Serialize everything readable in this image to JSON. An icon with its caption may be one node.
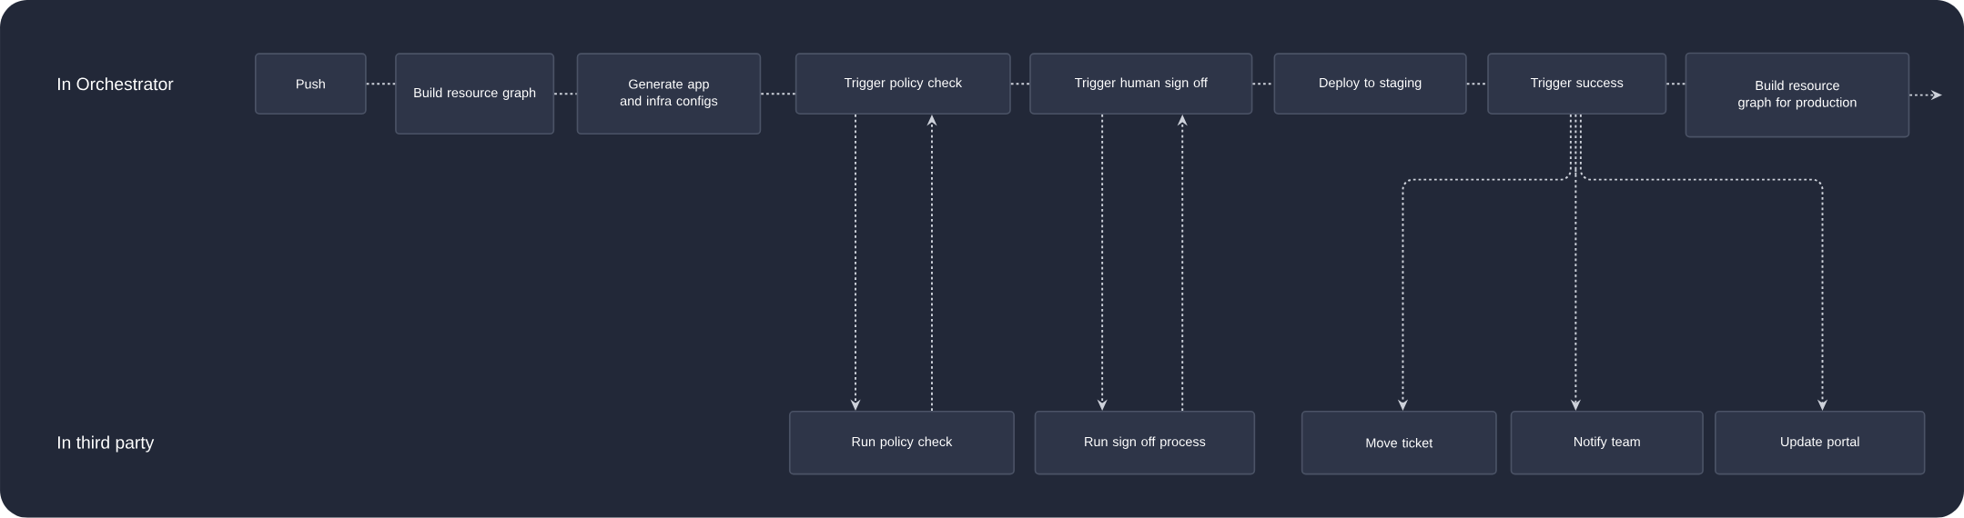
{
  "diagram": {
    "nodes": [
      {
        "text": [
          "Push"
        ]
      },
      {
        "text": [
          "Build resource graph"
        ]
      },
      {
        "text": [
          "Generate app and infra configs"
        ]
      },
      {
        "text": [
          "Trigger policy check"
        ]
      },
      {
        "text": [
          "Trigger human sign off"
        ]
      },
      {
        "text": [
          "Deploy to staging"
        ]
      },
      {
        "text": [
          "Trigger success"
        ]
      },
      {
        "text": [
          "Build resource graph for production"
        ]
      },
      {
        "text": [
          "Run policy check"
        ]
      },
      {
        "text": [
          "Run sign off process"
        ]
      },
      {
        "text": [
          "Move ticket"
        ]
      },
      {
        "text": [
          "Notify team"
        ]
      },
      {
        "text": [
          "Update portal"
        ]
      }
    ],
    "edges": [
      {
        "from": 0,
        "to": 1,
        "arrow": "none"
      },
      {
        "from": 1,
        "to": 2,
        "arrow": "none"
      },
      {
        "from": 2,
        "to": 3,
        "arrow": "none"
      },
      {
        "from": 3,
        "to": 4,
        "arrow": "none"
      },
      {
        "from": 4,
        "to": 5,
        "arrow": "none"
      },
      {
        "from": 5,
        "to": 6,
        "arrow": "none"
      },
      {
        "from": 6,
        "to": 7,
        "arrow": "none"
      },
      {
        "from": 7,
        "to": null,
        "arrow": "to"
      },
      {
        "from": 3,
        "to": 8,
        "arrow": "to"
      },
      {
        "from": 8,
        "to": 3,
        "arrow": "to"
      },
      {
        "from": 4,
        "to": 9,
        "arrow": "to"
      },
      {
        "from": 9,
        "to": 4,
        "arrow": "to"
      },
      {
        "from": 6,
        "to": 10,
        "arrow": "to"
      },
      {
        "from": 6,
        "to": 11,
        "arrow": "to"
      },
      {
        "from": 6,
        "to": 12,
        "arrow": "to"
      }
    ],
    "labels": [
      "In Orchestrator",
      "In third party"
    ]
  }
}
